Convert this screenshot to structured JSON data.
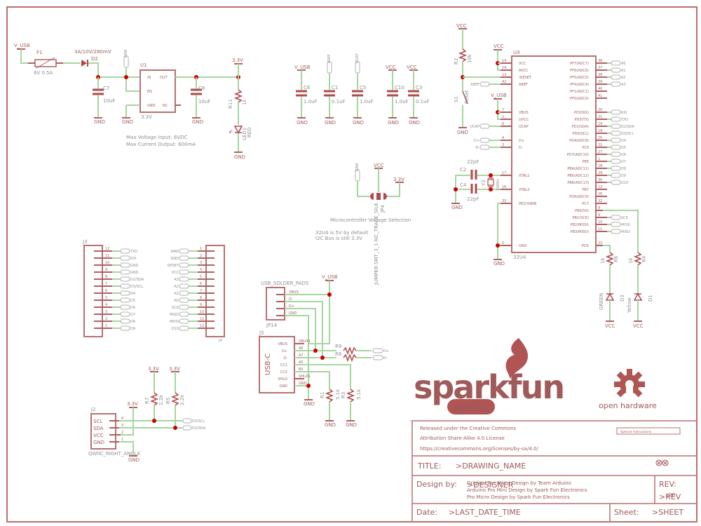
{
  "power_section": {
    "v_usb": "V_USB",
    "fuse_ref": "F1",
    "fuse_value": "6V 0.5A",
    "diode_ref": "D2",
    "diode_value": "3A/10V/280mV",
    "raw_flag": "RAW",
    "c7_ref": "C7",
    "c7_value": "10uF",
    "u1_ref": "U1",
    "u1_value": "3.3V",
    "u1_pins": {
      "in": "IN",
      "out": "OUT",
      "en": "EN",
      "gnd": "GND",
      "nc": "NC"
    },
    "c8_ref": "C8",
    "c8_value": "10uF",
    "rail_33": "3.3V",
    "r11_ref": "R11",
    "r11_value": "1k",
    "led1_ref": "LED1",
    "led1_value": "RED",
    "gnd": "GND",
    "note_line1": "Max Voltage Input: 6VDC",
    "note_line2": "Max Current Output: 600mA"
  },
  "decoupling": [
    {
      "supply": "V_USB",
      "ref": "C6",
      "value": "1.0uF"
    },
    {
      "supply": "AREF",
      "ref": "C1",
      "value": "0.1uF"
    },
    {
      "supply": "UCAP",
      "ref": "C5",
      "value": "1.0uF"
    },
    {
      "supply": "VCC",
      "ref": "C10",
      "value": "1.0uF"
    },
    {
      "supply": "VCC",
      "ref": "C3",
      "value": "0.1uF"
    }
  ],
  "mcu": {
    "ref": "U3",
    "value": "32U4",
    "vcc": "VCC",
    "v_usb": "V_USB",
    "gnd": "GND",
    "r2_ref": "R2",
    "r2_value": "10k",
    "s1_ref": "S1",
    "s1_value": "Reset",
    "crystal_ref": "Y2",
    "crystal_value": "16MHz",
    "c2_ref": "C2",
    "c4_ref": "C4",
    "cap_value": "22pF",
    "left_pins": [
      {
        "num": "14",
        "name": "VCC",
        "flag": ""
      },
      {
        "num": "24",
        "name": "AVCC",
        "flag": ""
      },
      {
        "num": "13",
        "name": "!RESET",
        "flag": ""
      },
      {
        "num": "42",
        "name": "AREF",
        "flag": "AREF"
      },
      {
        "num": "7",
        "name": "VBUS",
        "flag": ""
      },
      {
        "num": "2",
        "name": "UVCC",
        "flag": ""
      },
      {
        "num": "6",
        "name": "UCAP",
        "flag": "UCAP"
      },
      {
        "num": "4",
        "name": "D+",
        "flag": "D+"
      },
      {
        "num": "3",
        "name": "D-",
        "flag": "D-"
      },
      {
        "num": "17",
        "name": "XTAL1",
        "flag": ""
      },
      {
        "num": "16",
        "name": "XTAL2",
        "flag": ""
      },
      {
        "num": "33",
        "name": "PE2/!HWB",
        "flag": ""
      },
      {
        "num": "5",
        "name": "GND",
        "flag": ""
      }
    ],
    "right_pins": [
      {
        "num": "36",
        "name": "PF7(ADC7)",
        "flag": "A0"
      },
      {
        "num": "37",
        "name": "PF6(ADC6)",
        "flag": "A1"
      },
      {
        "num": "38",
        "name": "PF5(ADC5)",
        "flag": "A2"
      },
      {
        "num": "39",
        "name": "PF4(ADC4)",
        "flag": "A3"
      },
      {
        "num": "40",
        "name": "PF1(ADC1)",
        "flag": ""
      },
      {
        "num": "41",
        "name": "PF0(ADC0)",
        "flag": ""
      },
      {
        "num": "20",
        "name": "PD2(RX)",
        "flag": "RXI"
      },
      {
        "num": "21",
        "name": "PD3(TX)",
        "flag": "TXO"
      },
      {
        "num": "19",
        "name": "PD1(SDA)",
        "flag": "D2/SDA"
      },
      {
        "num": "18",
        "name": "PD0(SCL)",
        "flag": "D3/SCL"
      },
      {
        "num": "25",
        "name": "PD4(ADC8)",
        "flag": "D4"
      },
      {
        "num": "31",
        "name": "PC6",
        "flag": "D5"
      },
      {
        "num": "27",
        "name": "PD7(ADC10)",
        "flag": "D6"
      },
      {
        "num": "1",
        "name": "PE6",
        "flag": "D7"
      },
      {
        "num": "28",
        "name": "PB4(ADC11)",
        "flag": "D8"
      },
      {
        "num": "29",
        "name": "PB5(ADC12)",
        "flag": "D9"
      },
      {
        "num": "30",
        "name": "PB6(ADC13)",
        "flag": "D10"
      },
      {
        "num": "12",
        "name": "PB7",
        "flag": ""
      },
      {
        "num": "26",
        "name": "PD6(ADC9)",
        "flag": ""
      },
      {
        "num": "32",
        "name": "PC7",
        "flag": ""
      },
      {
        "num": "8",
        "name": "PB0(SS)",
        "flag": ""
      },
      {
        "num": "9",
        "name": "PB1(SCK)",
        "flag": "SCK"
      },
      {
        "num": "10",
        "name": "PB2(MOSI)",
        "flag": "MOSI"
      },
      {
        "num": "11",
        "name": "PB3(MISO)",
        "flag": "MISO"
      },
      {
        "num": "22",
        "name": "PD5",
        "flag": ""
      }
    ],
    "r6_ref": "R6",
    "r6_value": "1k",
    "r4_ref": "R4",
    "r4_value": "1k",
    "d3_ref": "D3",
    "d3_value": "GREEN",
    "d1_ref": "D1",
    "d1_value": "Yellow"
  },
  "jumper": {
    "raw_flag": "RAW",
    "vcc": "VCC",
    "rail_33": "3.3V",
    "ref": "JP4",
    "part": "JUMPER-SMT_3_1-NC_TRACE_SILK",
    "title": "Microcontroller Voltage Selection",
    "note_line1": "32U4 is 5V by default",
    "note_line2": "I2C Bus is still 3.3V"
  },
  "headers": {
    "j3_ref": "J3",
    "j4_ref": "J4",
    "j3_pins": [
      {
        "num": "12",
        "flag": "TXO"
      },
      {
        "num": "11",
        "flag": "RXI"
      },
      {
        "num": "10",
        "flag": "GND"
      },
      {
        "num": "9",
        "flag": "GND"
      },
      {
        "num": "8",
        "flag": "D2/SDA"
      },
      {
        "num": "7",
        "flag": "D3/SCL"
      },
      {
        "num": "6",
        "flag": "D4"
      },
      {
        "num": "5",
        "flag": "D5"
      },
      {
        "num": "4",
        "flag": "D6"
      },
      {
        "num": "3",
        "flag": "D7"
      },
      {
        "num": "2",
        "flag": "D8"
      },
      {
        "num": "1",
        "flag": "D9"
      }
    ],
    "j4_pins": [
      {
        "num": "1",
        "flag": "RAW"
      },
      {
        "num": "2",
        "flag": "GND"
      },
      {
        "num": "3",
        "flag": "RESET"
      },
      {
        "num": "4",
        "flag": "VCC"
      },
      {
        "num": "5",
        "flag": "A3"
      },
      {
        "num": "6",
        "flag": "A2"
      },
      {
        "num": "7",
        "flag": "A1"
      },
      {
        "num": "8",
        "flag": "A0"
      },
      {
        "num": "9",
        "flag": "SCK"
      },
      {
        "num": "10",
        "flag": "MISO"
      },
      {
        "num": "11",
        "flag": "MOSI"
      },
      {
        "num": "12",
        "flag": "D10"
      }
    ]
  },
  "usb": {
    "pads_title": "USB_SOLDER_PADS",
    "pads_ref": "JP14",
    "pads_pins": [
      "VBUS",
      "D-",
      "D+",
      "GND"
    ],
    "v_usb": "V_USB",
    "j5_ref": "J5",
    "j5_label": "USB-C",
    "j5_pins": [
      {
        "name": "VBUS",
        "pad": "VBUS1"
      },
      {
        "name": "D+",
        "pad": "A6"
      },
      {
        "name": "D-",
        "pad": "A7"
      },
      {
        "name": "CC1",
        "pad": "A5"
      },
      {
        "name": "CC2",
        "pad": "B5"
      },
      {
        "name": "SHLD",
        "pad": "SHLD1"
      },
      {
        "name": "GND",
        "pad": "GND"
      }
    ],
    "r9_ref": "R9",
    "r8_ref": "R8",
    "r1_ref": "R1",
    "r1_value": "5.1k",
    "r3_ref": "R3",
    "r3_value": "5.1k",
    "flag_dp": "D+",
    "flag_dm": "D-",
    "gnd": "GND"
  },
  "qwiic": {
    "ref": "J2",
    "part": "QWIIC_RIGHT_ANGLE",
    "pins": [
      {
        "name": "SCL",
        "num": "4"
      },
      {
        "name": "SDA",
        "num": "3"
      },
      {
        "name": "VCC",
        "num": "2"
      },
      {
        "name": "GND",
        "num": "1"
      }
    ],
    "rail_33": "3.3V",
    "r7_ref": "R7",
    "r7_value": "2.2k",
    "r5_ref": "R5",
    "r5_value": "2.2k",
    "flag_scl": "D3/SCL",
    "flag_sda": "D2/SDA",
    "gnd": "GND"
  },
  "logos": {
    "sparkfun": "sparkfun",
    "qwiic": "qwiic",
    "open_hardware": "open hardware"
  },
  "title_block": {
    "license_line1": "Released under the Creative Commons",
    "license_line2": "Attribution Share-Alike 4.0 License",
    "license_url": "https://creativecommons.org/licenses/by-sa/4.0/",
    "special_instructions": "Special Instructions",
    "title_label": "TITLE:",
    "title_value": ">DRAWING_NAME",
    "design_label": "Design by:",
    "designer_value": ">DESIGNER",
    "credits_line1": "Original Pro Micro Design by Team Arduino",
    "credits_line2": "Arduino Pro Mini Design by Spark Fun Electronics",
    "credits_line3": "Pro Micro Design by Spark Fun Electronics",
    "rev_label": "REV:",
    "rev_value": ">REV",
    "rev_overlay": "v20",
    "date_label": "Date:",
    "date_value": ">LAST_DATE_TIME",
    "sheet_label": "Sheet:",
    "sheet_value": ">SHEET"
  },
  "colors": {
    "frame": "#b87070",
    "wire": "#a6d6a0",
    "junction": "#cc0000",
    "text": "#a05a5a",
    "logo": "#b05454"
  }
}
